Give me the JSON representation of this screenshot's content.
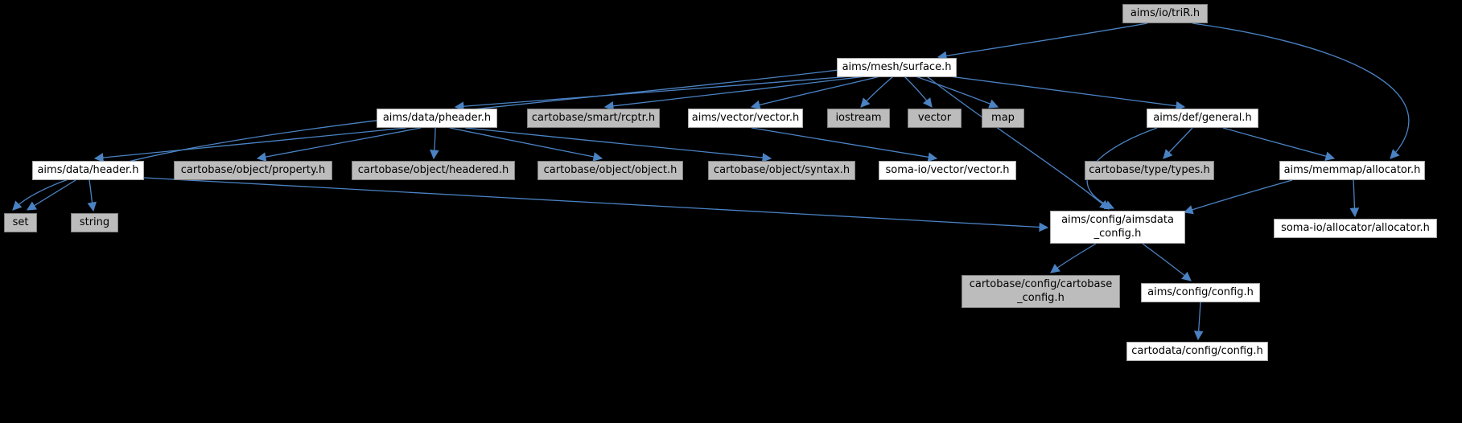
{
  "diagram": {
    "type": "include-dependency-graph",
    "colors": {
      "background": "#000000",
      "edge": "#4a82c3",
      "node_fill_white": "#ffffff",
      "node_fill_gray": "#bcbcbc",
      "text": "#000000"
    },
    "nodes": {
      "trir": {
        "label": "aims/io/triR.h"
      },
      "surface": {
        "label": "aims/mesh/surface.h"
      },
      "pheader": {
        "label": "aims/data/pheader.h"
      },
      "rcptr": {
        "label": "cartobase/smart/rcptr.h"
      },
      "aims_vector": {
        "label": "aims/vector/vector.h"
      },
      "iostream": {
        "label": "iostream"
      },
      "vector": {
        "label": "vector"
      },
      "map": {
        "label": "map"
      },
      "general": {
        "label": "aims/def/general.h"
      },
      "header": {
        "label": "aims/data/header.h"
      },
      "property": {
        "label": "cartobase/object/property.h"
      },
      "headered": {
        "label": "cartobase/object/headered.h"
      },
      "object": {
        "label": "cartobase/object/object.h"
      },
      "syntax": {
        "label": "cartobase/object/syntax.h"
      },
      "soma_vector": {
        "label": "soma-io/vector/vector.h"
      },
      "types": {
        "label": "cartobase/type/types.h"
      },
      "memmap_allocator": {
        "label": "aims/memmap/allocator.h"
      },
      "set": {
        "label": "set"
      },
      "string": {
        "label": "string"
      },
      "aimsdata_config": {
        "label": "aims/config/aimsdata\n_config.h"
      },
      "soma_allocator": {
        "label": "soma-io/allocator/allocator.h"
      },
      "cartobase_config": {
        "label": "cartobase/config/cartobase\n_config.h"
      },
      "aims_config": {
        "label": "aims/config/config.h"
      },
      "cartodata_config": {
        "label": "cartodata/config/config.h"
      }
    },
    "edges": [
      {
        "from": "trir",
        "to": "surface"
      },
      {
        "from": "trir",
        "to": "memmap_allocator"
      },
      {
        "from": "surface",
        "to": "pheader"
      },
      {
        "from": "surface",
        "to": "rcptr"
      },
      {
        "from": "surface",
        "to": "aims_vector"
      },
      {
        "from": "surface",
        "to": "iostream"
      },
      {
        "from": "surface",
        "to": "vector"
      },
      {
        "from": "surface",
        "to": "map"
      },
      {
        "from": "surface",
        "to": "general"
      },
      {
        "from": "surface",
        "to": "set"
      },
      {
        "from": "surface",
        "to": "aimsdata_config"
      },
      {
        "from": "pheader",
        "to": "header"
      },
      {
        "from": "pheader",
        "to": "property"
      },
      {
        "from": "pheader",
        "to": "headered"
      },
      {
        "from": "pheader",
        "to": "object"
      },
      {
        "from": "pheader",
        "to": "syntax"
      },
      {
        "from": "aims_vector",
        "to": "soma_vector"
      },
      {
        "from": "header",
        "to": "set"
      },
      {
        "from": "header",
        "to": "string"
      },
      {
        "from": "header",
        "to": "aimsdata_config"
      },
      {
        "from": "general",
        "to": "types"
      },
      {
        "from": "general",
        "to": "aimsdata_config"
      },
      {
        "from": "general",
        "to": "memmap_allocator"
      },
      {
        "from": "memmap_allocator",
        "to": "soma_allocator"
      },
      {
        "from": "memmap_allocator",
        "to": "aimsdata_config"
      },
      {
        "from": "aimsdata_config",
        "to": "cartobase_config"
      },
      {
        "from": "aimsdata_config",
        "to": "aims_config"
      },
      {
        "from": "aims_config",
        "to": "cartodata_config"
      }
    ]
  }
}
